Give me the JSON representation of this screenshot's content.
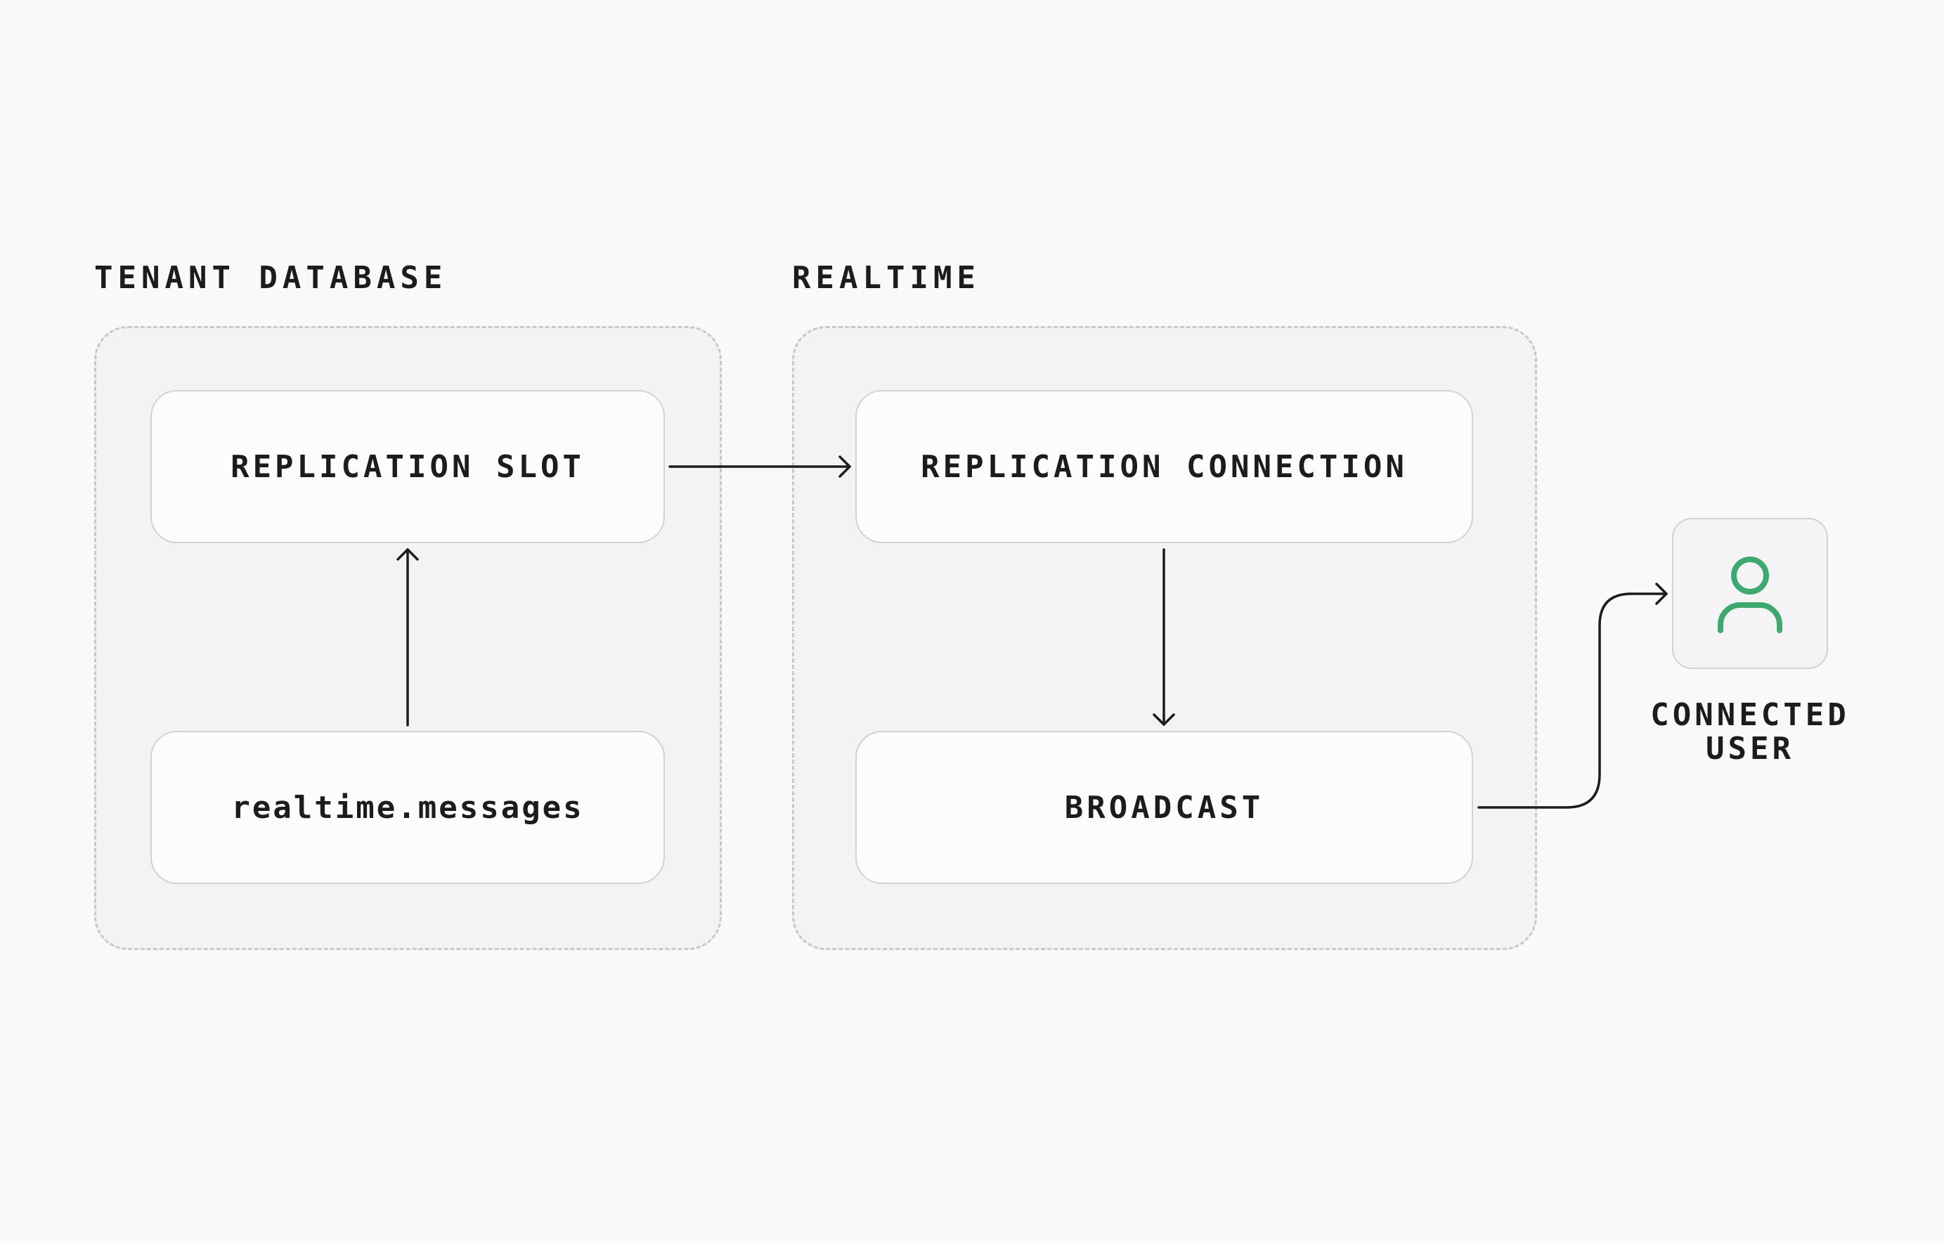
{
  "groups": {
    "tenant_database": {
      "label": "TENANT DATABASE",
      "nodes": {
        "replication_slot": "REPLICATION SLOT",
        "realtime_messages": "realtime.messages"
      }
    },
    "realtime": {
      "label": "REALTIME",
      "nodes": {
        "replication_connection": "REPLICATION CONNECTION",
        "broadcast": "BROADCAST"
      }
    }
  },
  "user": {
    "label_line1": "CONNECTED",
    "label_line2": "USER",
    "icon": "user-icon"
  },
  "edges": [
    {
      "from": "realtime.messages",
      "to": "REPLICATION SLOT"
    },
    {
      "from": "REPLICATION SLOT",
      "to": "REPLICATION CONNECTION"
    },
    {
      "from": "REPLICATION CONNECTION",
      "to": "BROADCAST"
    },
    {
      "from": "BROADCAST",
      "to": "CONNECTED USER"
    }
  ],
  "colors": {
    "accent": "#3ea86f",
    "background": "#f9f9f9",
    "group_fill": "#f3f3f5",
    "node_fill": "#fcfcfc",
    "stroke": "#1c1c1c"
  }
}
